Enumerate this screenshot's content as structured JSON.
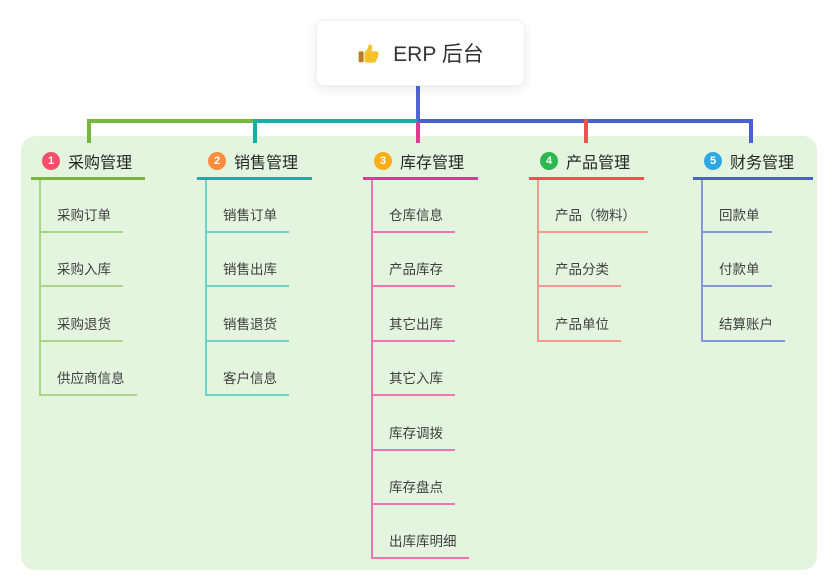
{
  "root": {
    "title": "ERP 后台",
    "icon": "thumbs-up-icon"
  },
  "branches": [
    {
      "num": "1",
      "label": "采购管理",
      "color": "#77B73E",
      "light_color": "#A9D585",
      "badge_color": "#F4506B",
      "children": [
        "采购订单",
        "采购入库",
        "采购退货",
        "供应商信息"
      ]
    },
    {
      "num": "2",
      "label": "销售管理",
      "color": "#14AFA7",
      "light_color": "#6FD1C9",
      "badge_color": "#FB8D3D",
      "children": [
        "销售订单",
        "销售出库",
        "销售退货",
        "客户信息"
      ]
    },
    {
      "num": "3",
      "label": "库存管理",
      "color": "#D83C96",
      "light_color": "#EE74B6",
      "badge_color": "#FBAD18",
      "children": [
        "仓库信息",
        "产品库存",
        "其它出库",
        "其它入库",
        "库存调拨",
        "库存盘点",
        "出库库明细"
      ]
    },
    {
      "num": "4",
      "label": "产品管理",
      "color": "#F05050",
      "light_color": "#F7978F",
      "badge_color": "#2CB750",
      "children": [
        "产品（物料）",
        "产品分类",
        "产品单位"
      ]
    },
    {
      "num": "5",
      "label": "财务管理",
      "color": "#4663CB",
      "light_color": "#8298D8",
      "badge_color": "#2FA8E0",
      "children": [
        "回款单",
        "付款单",
        "结算账户"
      ]
    }
  ],
  "connector_colors": {
    "stem_blue": "#5265D4",
    "left_green": "#77B73E",
    "mid_teal": "#14AFA7",
    "right_blue": "#4A5FD0",
    "drop_magenta": "#D83C96",
    "drop_red": "#F05050"
  },
  "panel_color": "#E4F5DF"
}
